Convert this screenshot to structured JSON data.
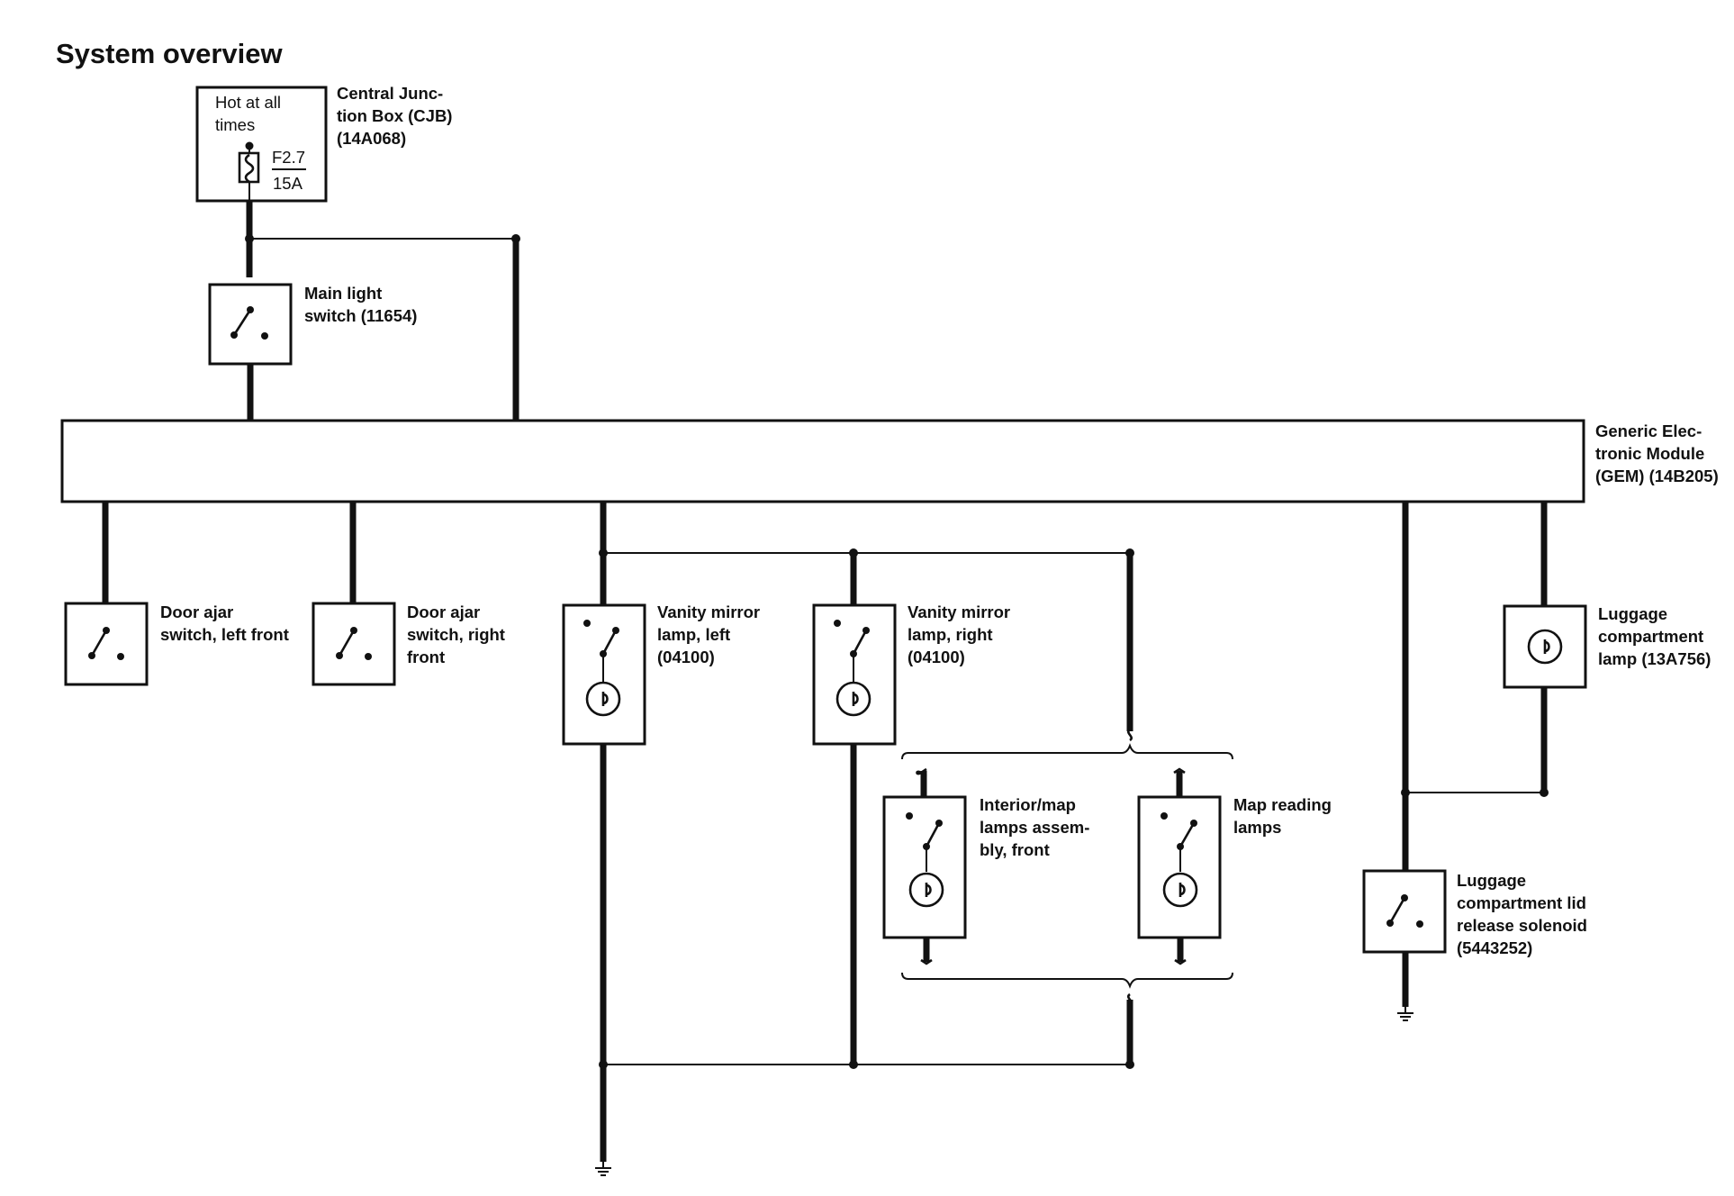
{
  "title": "System overview",
  "components": {
    "cjb": {
      "label_lines": [
        "Central Junc-",
        "tion Box (CJB)",
        "(14A068)"
      ],
      "supply_lines": [
        "Hot at all",
        "times"
      ],
      "fuse_id": "F2.7",
      "fuse_rating": "15A"
    },
    "main_light_switch": {
      "label_lines": [
        "Main light",
        "switch (11654)"
      ]
    },
    "gem": {
      "label_lines": [
        "Generic Elec-",
        "tronic Module",
        "(GEM) (14B205)"
      ]
    },
    "door_ajar_lf": {
      "label_lines": [
        "Door ajar",
        "switch, left front"
      ]
    },
    "door_ajar_rf": {
      "label_lines": [
        "Door ajar",
        "switch, right",
        "front"
      ]
    },
    "vanity_left": {
      "label_lines": [
        "Vanity mirror",
        "lamp, left",
        "(04100)"
      ]
    },
    "vanity_right": {
      "label_lines": [
        "Vanity mirror",
        "lamp, right",
        "(04100)"
      ]
    },
    "luggage_lamp": {
      "label_lines": [
        "Luggage",
        "compartment",
        "lamp (13A756)"
      ]
    },
    "interior_map": {
      "label_lines": [
        "Interior/map",
        "lamps assem-",
        "bly, front"
      ]
    },
    "map_reading": {
      "label_lines": [
        "Map reading",
        "lamps"
      ]
    },
    "luggage_solenoid": {
      "label_lines": [
        "Luggage",
        "compartment lid",
        "release solenoid",
        "(5443252)"
      ]
    }
  }
}
